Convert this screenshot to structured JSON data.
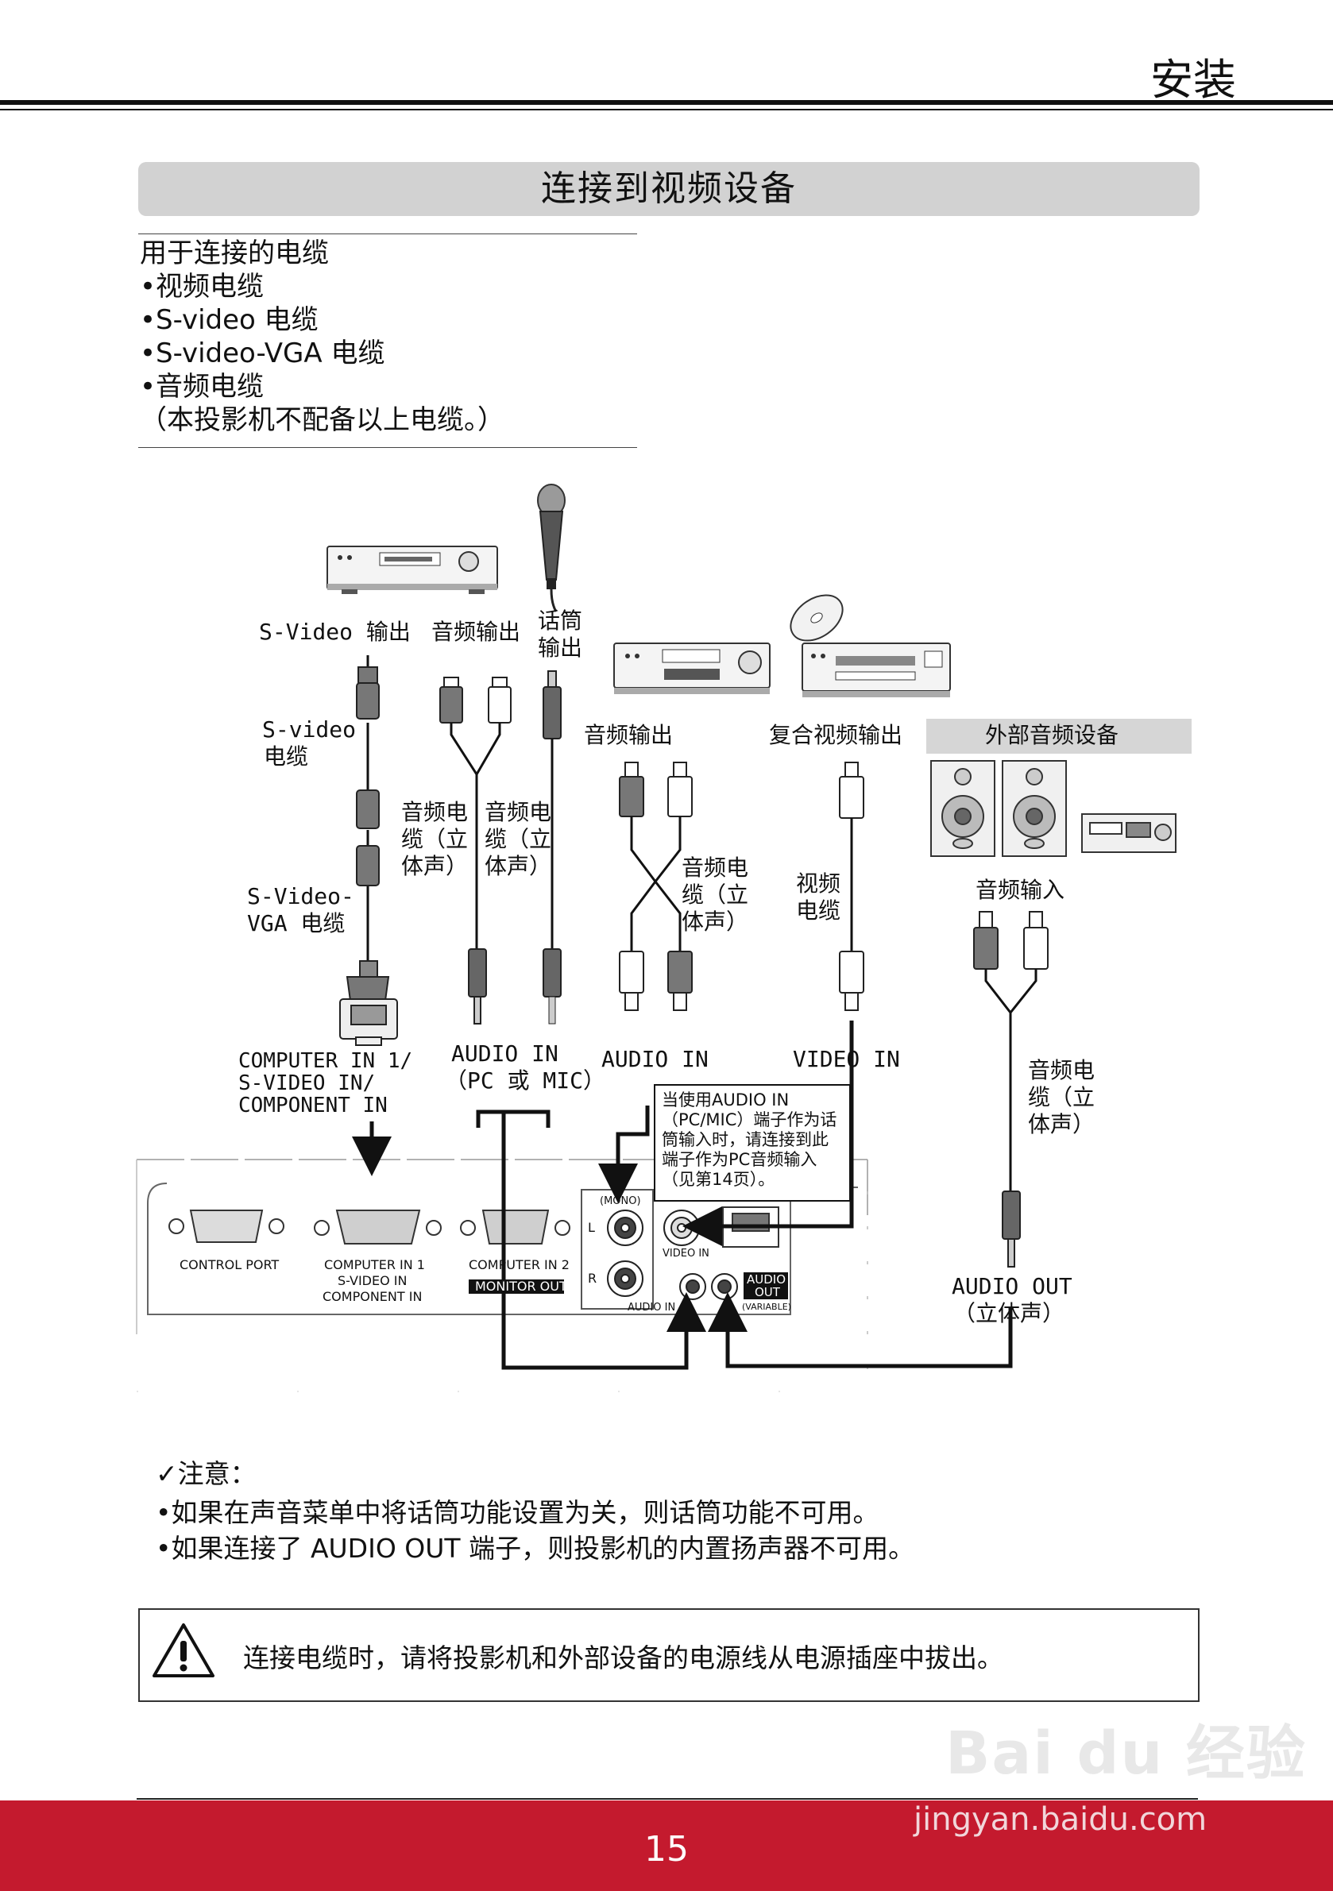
{
  "header": {
    "section": "安装"
  },
  "title": "连接到视频设备",
  "cables": {
    "heading": "用于连接的电缆",
    "items": [
      "•视频电缆",
      "•S-video 电缆",
      "•S-video-VGA 电缆",
      "•音频电缆"
    ],
    "note": "（本投影机不配备以上电缆。）"
  },
  "diagram": {
    "devices": {
      "svideo_out": "S-Video 输出",
      "audio_out_1": "音频输出",
      "mic_out": [
        "话筒",
        "输出"
      ],
      "svideo_cable": [
        "S-video",
        "电缆"
      ],
      "audio_cable_a": [
        "音频电",
        "缆（立",
        "体声）"
      ],
      "audio_cable_b": [
        "音频电",
        "缆（立",
        "体声）"
      ],
      "svideo_vga_cable": [
        "S-Video-",
        "VGA 电缆"
      ],
      "audio_out_2": "音频输出",
      "composite_out": "复合视频输出",
      "external_audio": "外部音频设备",
      "audio_cable_c": [
        "音频电",
        "缆（立",
        "体声）"
      ],
      "video_cable": [
        "视频",
        "电缆"
      ],
      "audio_in": "音频输入",
      "audio_cable_d": [
        "音频电",
        "缆（立",
        "体声）"
      ]
    },
    "ports": {
      "computer_in": [
        "COMPUTER IN  1/",
        "S-VIDEO IN/",
        "COMPONENT IN"
      ],
      "audio_in_pc_mic": [
        "AUDIO IN",
        "（PC 或 MIC）"
      ],
      "audio_in": "AUDIO IN",
      "video_in": "VIDEO IN",
      "audio_out_stereo": [
        "AUDIO OUT",
        "（立体声）"
      ]
    },
    "callout": "当使用AUDIO IN（PC/MIC）端子作为话筒输入时，请连接到此端子作为PC音频输入（见第14页）。",
    "panel": {
      "control_port": "CONTROL PORT",
      "computer_in_1": [
        "COMPUTER IN 1",
        "S-VIDEO IN",
        "COMPONENT IN"
      ],
      "computer_in_2": "COMPUTER IN 2",
      "monitor_out": "MONITOR OUT",
      "mono": "(MONO)",
      "l": "L",
      "r": "R",
      "audio_in": "AUDIO IN",
      "video_in": "VIDEO IN",
      "audio_out": [
        "AUDIO",
        "OUT"
      ],
      "variable": "(VARIABLE)"
    }
  },
  "notes": {
    "heading": "✓注意：",
    "items": [
      "•如果在声音菜单中将话筒功能设置为关，则话筒功能不可用。",
      "•如果连接了 AUDIO OUT 端子，则投影机的内置扬声器不可用。"
    ]
  },
  "warning": "连接电缆时，请将投影机和外部设备的电源线从电源插座中拔出。",
  "page_number": "15",
  "watermark": {
    "logo": "Bai du 经验",
    "url": "jingyan.baidu.com"
  },
  "icons": [
    "warning-triangle-icon",
    "microphone-icon",
    "cd-icon",
    "vcr-icon",
    "dvd-player-icon",
    "speaker-icon",
    "amplifier-icon"
  ]
}
